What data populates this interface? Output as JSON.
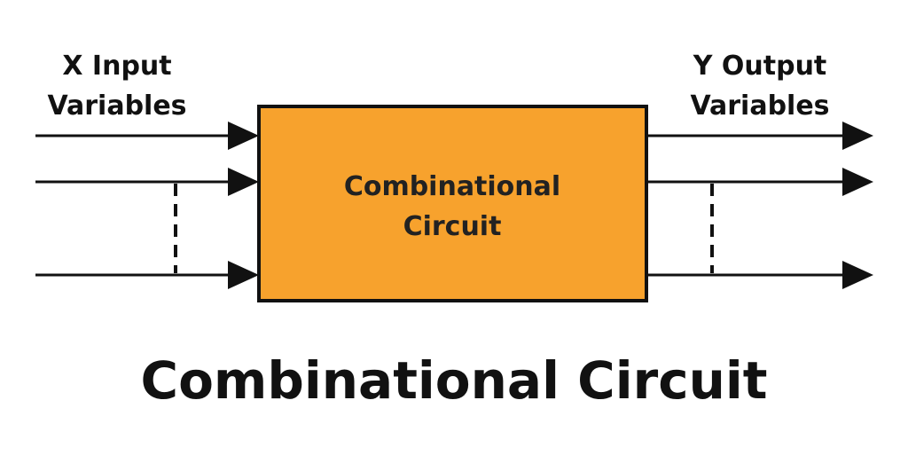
{
  "input_label": {
    "line1": "X Input",
    "line2": "Variables"
  },
  "output_label": {
    "line1": "Y Output",
    "line2": "Variables"
  },
  "block": {
    "line1": "Combinational",
    "line2": "Circuit",
    "fill_color": "#f7a22d",
    "border_color": "#111111"
  },
  "caption": "Combinational Circuit",
  "line_color": "#111111"
}
